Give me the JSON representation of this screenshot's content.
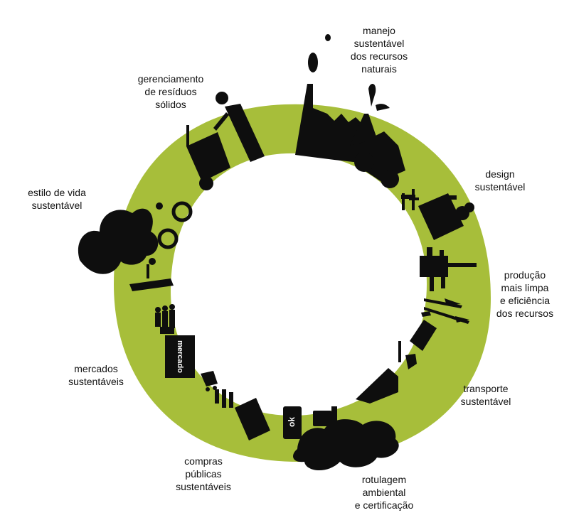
{
  "colors": {
    "ring": "#a7be3a",
    "silhouette": "#0e0e0e",
    "background": "#ffffff",
    "badge_text": "#ffffff"
  },
  "labels": {
    "manejo": "manejo\nsustentável\ndos recursos\nnaturais",
    "design": "design\nsustentável",
    "producao": "produção\nmais limpa\ne eficiência\ndos recursos",
    "transporte": "transporte\nsustentável",
    "rotulagem": "rotulagem\nambiental\ne certificação",
    "compras": "compras\npúblicas\nsustentáveis",
    "mercados": "mercados\nsustentáveis",
    "estilo": "estilo de vida\nsustentável",
    "residuos": "gerenciamento\nde resíduos\nsólidos"
  },
  "badges": {
    "mercado": "mercado",
    "ok": "ok"
  },
  "icons": [
    "factory-icon",
    "tractor-icon",
    "chair-icon",
    "building-icon",
    "plant-icon",
    "oil-pump-icon",
    "airplane-icon",
    "bus-icon",
    "ship-icon",
    "tree-icon",
    "shopping-cart-icon",
    "document-icon",
    "market-icon",
    "people-icon",
    "person-icon",
    "bicycle-icon",
    "truck-icon",
    "worker-icon"
  ]
}
